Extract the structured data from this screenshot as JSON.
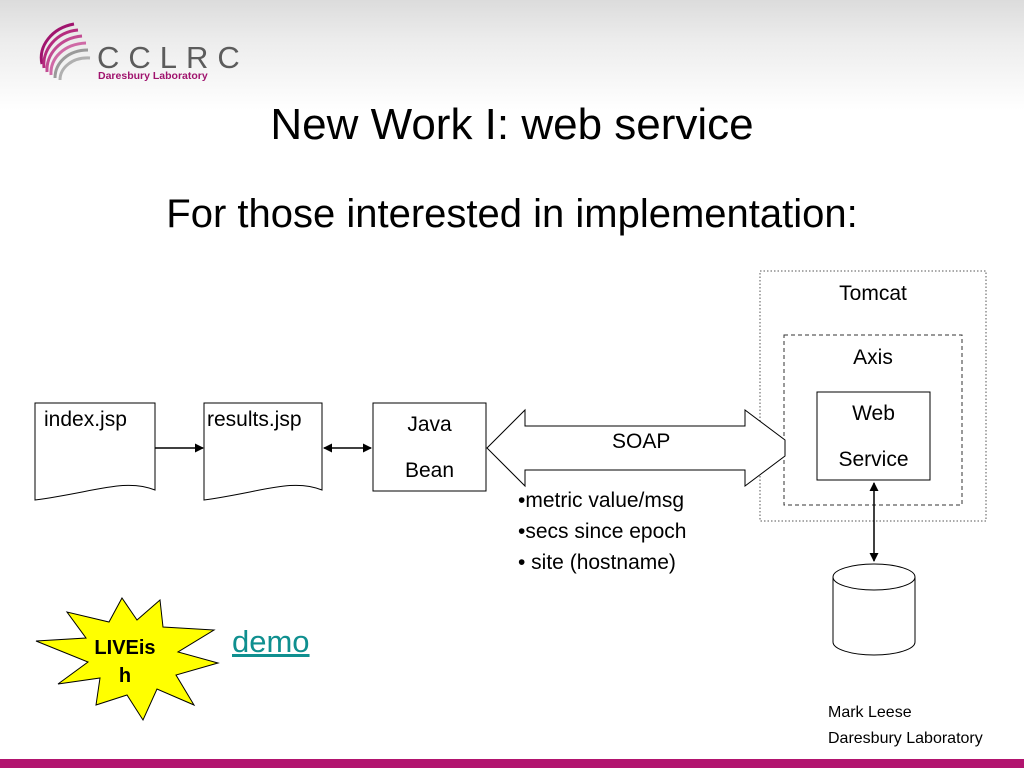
{
  "logo": {
    "name": "CCLRC",
    "subtitle": "Daresbury Laboratory",
    "icon": "cclrc-swirl-logo"
  },
  "title": "New Work I: web service",
  "subtitle": "For those interested in implementation:",
  "diagram": {
    "index": "index.jsp",
    "results": "results.jsp",
    "bean_line1": "Java",
    "bean_line2": "Bean",
    "soap": "SOAP",
    "tomcat": "Tomcat",
    "axis": "Axis",
    "ws_line1": "Web",
    "ws_line2": "Service",
    "database_icon": "database-cylinder"
  },
  "bullets": [
    "•metric value/msg",
    "•secs since epoch",
    "• site (hostname)"
  ],
  "burst": {
    "line1": "LIVEis",
    "line2": "h"
  },
  "demo_link": "demo",
  "author": {
    "name": "Mark Leese",
    "org": "Daresbury Laboratory"
  },
  "colors": {
    "accent": "#b2146f",
    "burst_fill": "#ffff00",
    "link": "#0f8f8f"
  }
}
